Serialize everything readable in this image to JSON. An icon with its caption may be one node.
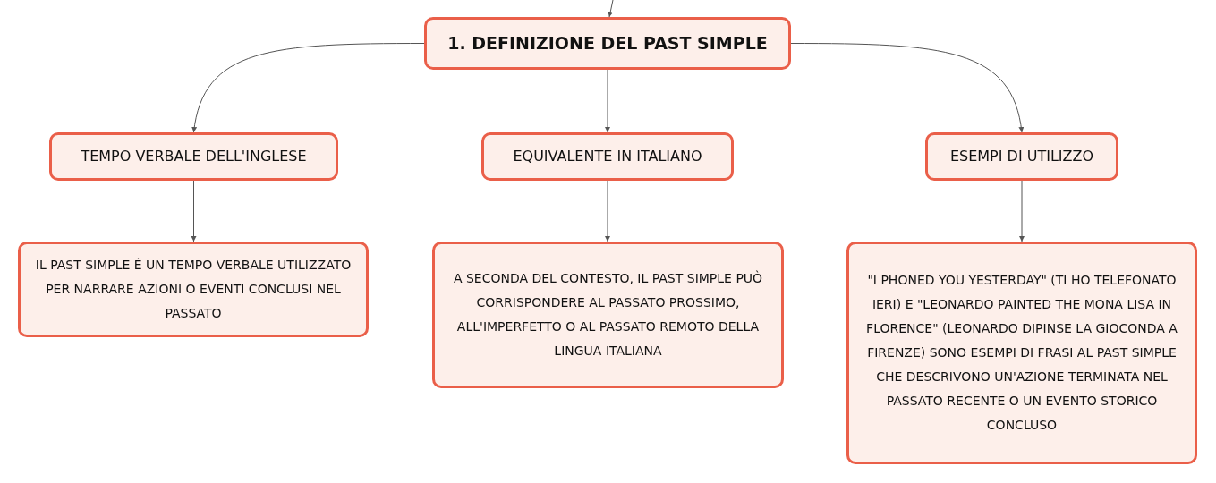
{
  "diagram": {
    "nodes": [
      {
        "text": [
          "1. DEFINIZIONE DEL PAST SIMPLE"
        ]
      },
      {
        "text": [
          "TEMPO VERBALE DELL'INGLESE"
        ]
      },
      {
        "text": [
          "EQUIVALENTE IN ITALIANO"
        ]
      },
      {
        "text": [
          "ESEMPI DI UTILIZZO"
        ]
      },
      {
        "text": [
          "IL PAST SIMPLE È UN TEMPO VERBALE UTILIZZATO PER NARRARE AZIONI O EVENTI CONCLUSI NEL PASSATO"
        ]
      },
      {
        "text": [
          "A SECONDA DEL CONTESTO, IL PAST SIMPLE PUÒ CORRISPONDERE AL PASSATO PROSSIMO, ALL'IMPERFETTO O AL PASSATO REMOTO DELLA LINGUA ITALIANA"
        ]
      },
      {
        "text": [
          "\"I PHONED YOU YESTERDAY\" (TI HO TELEFONATO IERI) E \"LEONARDO PAINTED THE MONA LISA IN FLORENCE\" (LEONARDO DIPINSE LA GIOCONDA A FIRENZE) SONO ESEMPI DI FRASI AL PAST SIMPLE CHE DESCRIVONO UN'AZIONE TERMINATA NEL PASSATO RECENTE O UN EVENTO STORICO CONCLUSO"
        ]
      }
    ],
    "edges": [
      {
        "from": null,
        "to": 0,
        "arrow": "to"
      },
      {
        "from": 0,
        "to": 1,
        "arrow": "to"
      },
      {
        "from": 0,
        "to": 2,
        "arrow": "to"
      },
      {
        "from": 0,
        "to": 3,
        "arrow": "to"
      },
      {
        "from": 1,
        "to": 4,
        "arrow": "to"
      },
      {
        "from": 2,
        "to": 5,
        "arrow": "to"
      },
      {
        "from": 3,
        "to": 6,
        "arrow": "to"
      }
    ]
  }
}
